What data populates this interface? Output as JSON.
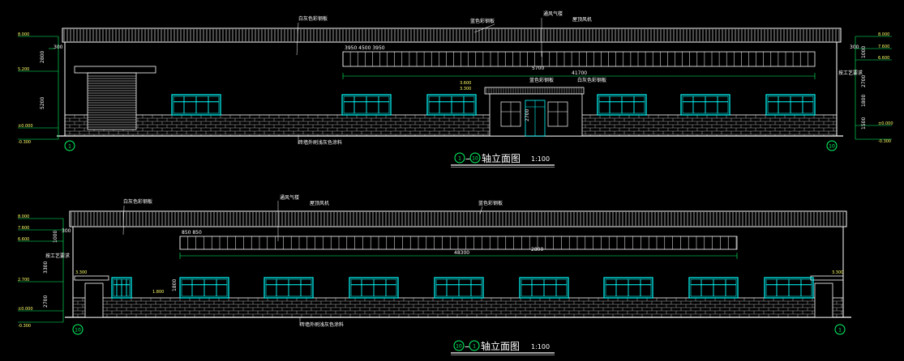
{
  "drawing": {
    "colors": {
      "background": "#000000",
      "line": "#ffffff",
      "window": "#00ffff",
      "dim": "#00ff66",
      "level": "#ffff66"
    },
    "views": [
      {
        "title_from": "1",
        "title_to": "10",
        "title_text": "轴立面图",
        "scale": "1:100",
        "left_axis": "1",
        "right_axis": "10",
        "notes": {
          "roof_left": "白灰色彩钢板",
          "roof_mid": "蓝色彩钢板",
          "roof_right": "屋顶风机",
          "vent": "通风气楼",
          "wall_note": "砖墙外刷浅灰色涂料",
          "canopy_a": "蓝色彩钢板",
          "canopy_b": "白灰色彩钢板",
          "right_vertical": "按工艺要求"
        },
        "dims": {
          "strip_label": "3950 4500 3950",
          "overall": "41700",
          "inner": "5700",
          "canopy_h": "3.600",
          "canopy_h2": "3.300",
          "door": "2700"
        },
        "levels_left": [
          "8.000",
          "5.200",
          "±0.000",
          "-0.300"
        ],
        "levels_right": [
          "8.000",
          "7.600",
          "6.600",
          "±0.000",
          "-0.300"
        ],
        "dims_left_v": [
          "2800",
          "5200",
          "300"
        ],
        "dims_right_v": [
          "1000",
          "2700",
          "1800",
          "1500",
          "300"
        ]
      },
      {
        "title_from": "10",
        "title_to": "1",
        "title_text": "轴立面图",
        "scale": "1:100",
        "left_axis": "10",
        "right_axis": "1",
        "notes": {
          "roof_left": "白灰色彩钢板",
          "roof_mid": "蓝色彩钢板",
          "roof_right": "屋顶风机",
          "vent": "通风气楼",
          "wall_note": "砖墙外刷浅灰色涂料",
          "left_vertical": "按工艺要求"
        },
        "dims": {
          "strip_label": "850 850",
          "overall": "48300",
          "inner": "2800",
          "canopy_left": "3.300",
          "canopy_right": "3.300",
          "sill": "1.800",
          "sill_h": "1800"
        },
        "levels_left": [
          "8.000",
          "7.600",
          "6.600",
          "2.700",
          "±0.000",
          "-0.300"
        ],
        "dims_left_v": [
          "1000",
          "3300",
          "2700",
          "300"
        ]
      }
    ]
  }
}
